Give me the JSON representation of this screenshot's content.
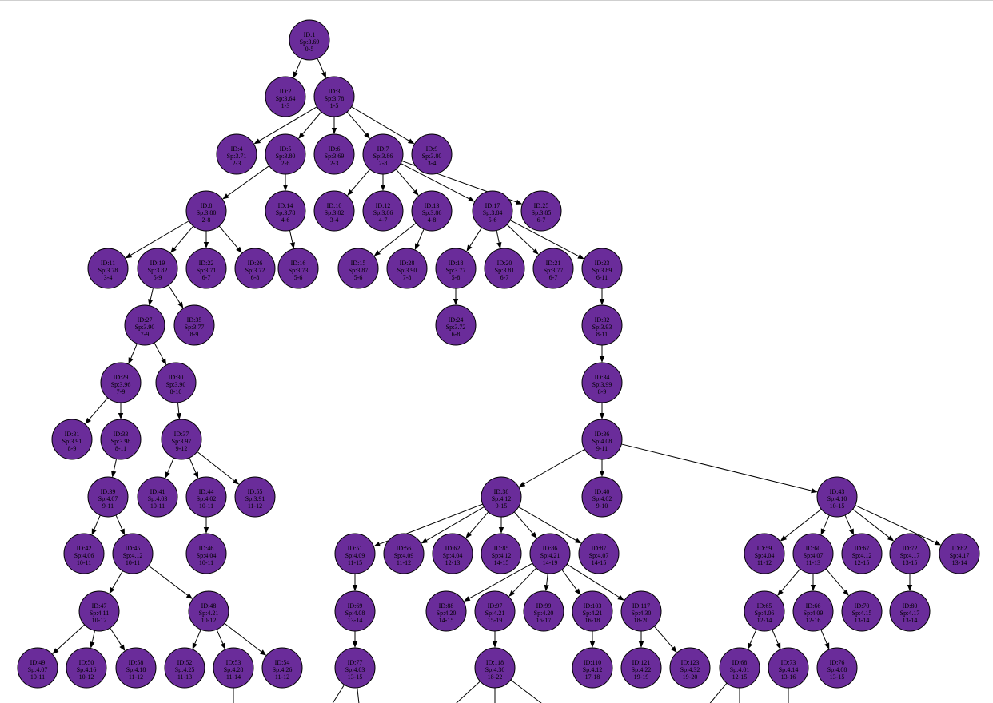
{
  "diagram": {
    "type": "tree",
    "fill_color": "#6a2c9a",
    "edge_color": "#000000",
    "nodes": [
      {
        "id": "1",
        "label": "ID:1",
        "sp": "Sp:3.69",
        "range": "0-5"
      },
      {
        "id": "2",
        "label": "ID:2",
        "sp": "Sp:3.64",
        "range": "1-3"
      },
      {
        "id": "3",
        "label": "ID:3",
        "sp": "Sp:3.78",
        "range": "1-5"
      },
      {
        "id": "4",
        "label": "ID:4",
        "sp": "Sp:3.71",
        "range": "2-3"
      },
      {
        "id": "5",
        "label": "ID:5",
        "sp": "Sp:3.80",
        "range": "2-6"
      },
      {
        "id": "6",
        "label": "ID:6",
        "sp": "Sp:3.69",
        "range": "2-3"
      },
      {
        "id": "7",
        "label": "ID:7",
        "sp": "Sp:3.86",
        "range": "2-8"
      },
      {
        "id": "9",
        "label": "ID:9",
        "sp": "Sp:3.80",
        "range": "3-4"
      },
      {
        "id": "8",
        "label": "ID:8",
        "sp": "Sp:3.80",
        "range": "2-8"
      },
      {
        "id": "14",
        "label": "ID:14",
        "sp": "Sp:3.78",
        "range": "4-6"
      },
      {
        "id": "10",
        "label": "ID:10",
        "sp": "Sp:3.82",
        "range": "3-4"
      },
      {
        "id": "12",
        "label": "ID:12",
        "sp": "Sp:3.86",
        "range": "4-7"
      },
      {
        "id": "13",
        "label": "ID:13",
        "sp": "Sp:3.86",
        "range": "4-8"
      },
      {
        "id": "17",
        "label": "ID:17",
        "sp": "Sp:3.84",
        "range": "5-6"
      },
      {
        "id": "25",
        "label": "ID:25",
        "sp": "Sp:3.85",
        "range": "6-7"
      },
      {
        "id": "11",
        "label": "ID:11",
        "sp": "Sp:3.78",
        "range": "3-4"
      },
      {
        "id": "19",
        "label": "ID:19",
        "sp": "Sp:3.82",
        "range": "5-9"
      },
      {
        "id": "22",
        "label": "ID:22",
        "sp": "Sp:3.71",
        "range": "6-7"
      },
      {
        "id": "26",
        "label": "ID:26",
        "sp": "Sp:3.72",
        "range": "6-8"
      },
      {
        "id": "16",
        "label": "ID:16",
        "sp": "Sp:3.73",
        "range": "5-6"
      },
      {
        "id": "15",
        "label": "ID:15",
        "sp": "Sp:3.87",
        "range": "5-6"
      },
      {
        "id": "28",
        "label": "ID:28",
        "sp": "Sp:3.90",
        "range": "7-8"
      },
      {
        "id": "18",
        "label": "ID:18",
        "sp": "Sp:3.77",
        "range": "5-8"
      },
      {
        "id": "20",
        "label": "ID:20",
        "sp": "Sp:3.81",
        "range": "6-7"
      },
      {
        "id": "21",
        "label": "ID:21",
        "sp": "Sp:3.77",
        "range": "6-7"
      },
      {
        "id": "23",
        "label": "ID:23",
        "sp": "Sp:3.89",
        "range": "6-11"
      },
      {
        "id": "27",
        "label": "ID:27",
        "sp": "Sp:3.90",
        "range": "7-9"
      },
      {
        "id": "35",
        "label": "ID:35",
        "sp": "Sp:3.77",
        "range": "8-9"
      },
      {
        "id": "24",
        "label": "ID:24",
        "sp": "Sp:3.72",
        "range": "6-8"
      },
      {
        "id": "32",
        "label": "ID:32",
        "sp": "Sp:3.93",
        "range": "8-11"
      },
      {
        "id": "29",
        "label": "ID:29",
        "sp": "Sp:3.96",
        "range": "7-9"
      },
      {
        "id": "30",
        "label": "ID:30",
        "sp": "Sp:3.90",
        "range": "8-10"
      },
      {
        "id": "34",
        "label": "ID:34",
        "sp": "Sp:3.99",
        "range": "8-9"
      },
      {
        "id": "31",
        "label": "ID:31",
        "sp": "Sp:3.91",
        "range": "8-9"
      },
      {
        "id": "33",
        "label": "ID:33",
        "sp": "Sp:3.98",
        "range": "8-11"
      },
      {
        "id": "37",
        "label": "ID:37",
        "sp": "Sp:3.97",
        "range": "9-12"
      },
      {
        "id": "36",
        "label": "ID:36",
        "sp": "Sp:4.08",
        "range": "9-11"
      },
      {
        "id": "39",
        "label": "ID:39",
        "sp": "Sp:4.07",
        "range": "9-11"
      },
      {
        "id": "41",
        "label": "ID:41",
        "sp": "Sp:4.03",
        "range": "10-11"
      },
      {
        "id": "44",
        "label": "ID:44",
        "sp": "Sp:4.02",
        "range": "10-11"
      },
      {
        "id": "55",
        "label": "ID:55",
        "sp": "Sp:3.91",
        "range": "11-12"
      },
      {
        "id": "38",
        "label": "ID:38",
        "sp": "Sp:4.12",
        "range": "9-15"
      },
      {
        "id": "40",
        "label": "ID:40",
        "sp": "Sp:4.02",
        "range": "9-10"
      },
      {
        "id": "43",
        "label": "ID:43",
        "sp": "Sp:4.10",
        "range": "10-15"
      },
      {
        "id": "42",
        "label": "ID:42",
        "sp": "Sp:4.06",
        "range": "10-11"
      },
      {
        "id": "45",
        "label": "ID:45",
        "sp": "Sp:4.12",
        "range": "10-11"
      },
      {
        "id": "46",
        "label": "ID:46",
        "sp": "Sp:4.04",
        "range": "10-11"
      },
      {
        "id": "51",
        "label": "ID:51",
        "sp": "Sp:4.09",
        "range": "11-15"
      },
      {
        "id": "56",
        "label": "ID:56",
        "sp": "Sp:4.09",
        "range": "11-12"
      },
      {
        "id": "62",
        "label": "ID:62",
        "sp": "Sp:4.04",
        "range": "12-13"
      },
      {
        "id": "85",
        "label": "ID:85",
        "sp": "Sp:4.12",
        "range": "14-15"
      },
      {
        "id": "86",
        "label": "ID:86",
        "sp": "Sp:4.21",
        "range": "14-19"
      },
      {
        "id": "87",
        "label": "ID:87",
        "sp": "Sp:4.07",
        "range": "14-15"
      },
      {
        "id": "59",
        "label": "ID:59",
        "sp": "Sp:4.04",
        "range": "11-12"
      },
      {
        "id": "60",
        "label": "ID:60",
        "sp": "Sp:4.07",
        "range": "11-13"
      },
      {
        "id": "67",
        "label": "ID:67",
        "sp": "Sp:4.12",
        "range": "12-15"
      },
      {
        "id": "72",
        "label": "ID:72",
        "sp": "Sp:4.17",
        "range": "13-15"
      },
      {
        "id": "82",
        "label": "ID:82",
        "sp": "Sp:4.17",
        "range": "13-14"
      },
      {
        "id": "47",
        "label": "ID:47",
        "sp": "Sp:4.11",
        "range": "10-12"
      },
      {
        "id": "48",
        "label": "ID:48",
        "sp": "Sp:4.21",
        "range": "10-12"
      },
      {
        "id": "69",
        "label": "ID:69",
        "sp": "Sp:4.08",
        "range": "13-14"
      },
      {
        "id": "88",
        "label": "ID:88",
        "sp": "Sp:4.20",
        "range": "14-15"
      },
      {
        "id": "97",
        "label": "ID:97",
        "sp": "Sp:4.21",
        "range": "15-19"
      },
      {
        "id": "99",
        "label": "ID:99",
        "sp": "Sp:4.20",
        "range": "16-17"
      },
      {
        "id": "103",
        "label": "ID:103",
        "sp": "Sp:4.21",
        "range": "16-18"
      },
      {
        "id": "117",
        "label": "ID:117",
        "sp": "Sp:4.30",
        "range": "18-20"
      },
      {
        "id": "65",
        "label": "ID:65",
        "sp": "Sp:4.06",
        "range": "12-14"
      },
      {
        "id": "66",
        "label": "ID:66",
        "sp": "Sp:4.09",
        "range": "12-16"
      },
      {
        "id": "70",
        "label": "ID:70",
        "sp": "Sp:4.15",
        "range": "13-14"
      },
      {
        "id": "80",
        "label": "ID:80",
        "sp": "Sp:4.17",
        "range": "13-14"
      },
      {
        "id": "49",
        "label": "ID:49",
        "sp": "Sp:4.07",
        "range": "10-11"
      },
      {
        "id": "50",
        "label": "ID:50",
        "sp": "Sp:4.16",
        "range": "10-12"
      },
      {
        "id": "58",
        "label": "ID:58",
        "sp": "Sp:4.18",
        "range": "11-12"
      },
      {
        "id": "52",
        "label": "ID:52",
        "sp": "Sp:4.25",
        "range": "11-13"
      },
      {
        "id": "53",
        "label": "ID:53",
        "sp": "Sp:4.28",
        "range": "11-14"
      },
      {
        "id": "54",
        "label": "ID:54",
        "sp": "Sp:4.26",
        "range": "11-12"
      },
      {
        "id": "77",
        "label": "ID:77",
        "sp": "Sp:4.03",
        "range": "13-15"
      },
      {
        "id": "118",
        "label": "ID:118",
        "sp": "Sp:4.30",
        "range": "18-22"
      },
      {
        "id": "110",
        "label": "ID:110",
        "sp": "Sp:4.12",
        "range": "17-18"
      },
      {
        "id": "121",
        "label": "ID:121",
        "sp": "Sp:4.22",
        "range": "19-19"
      },
      {
        "id": "123",
        "label": "ID:123",
        "sp": "Sp:4.32",
        "range": "19-20"
      },
      {
        "id": "68",
        "label": "ID:68",
        "sp": "Sp:4.01",
        "range": "12-15"
      },
      {
        "id": "73",
        "label": "ID:73",
        "sp": "Sp:4.14",
        "range": "13-16"
      },
      {
        "id": "76",
        "label": "ID:76",
        "sp": "Sp:4.08",
        "range": "13-15"
      }
    ],
    "edges": [
      [
        "1",
        "2"
      ],
      [
        "1",
        "3"
      ],
      [
        "3",
        "4"
      ],
      [
        "3",
        "5"
      ],
      [
        "3",
        "6"
      ],
      [
        "3",
        "7"
      ],
      [
        "3",
        "9"
      ],
      [
        "5",
        "8"
      ],
      [
        "5",
        "14"
      ],
      [
        "7",
        "10"
      ],
      [
        "7",
        "12"
      ],
      [
        "7",
        "13"
      ],
      [
        "7",
        "17"
      ],
      [
        "7",
        "25"
      ],
      [
        "8",
        "11"
      ],
      [
        "8",
        "19"
      ],
      [
        "8",
        "22"
      ],
      [
        "8",
        "26"
      ],
      [
        "14",
        "16"
      ],
      [
        "13",
        "15"
      ],
      [
        "13",
        "28"
      ],
      [
        "17",
        "18"
      ],
      [
        "17",
        "20"
      ],
      [
        "17",
        "21"
      ],
      [
        "17",
        "23"
      ],
      [
        "19",
        "27"
      ],
      [
        "19",
        "35"
      ],
      [
        "18",
        "24"
      ],
      [
        "23",
        "32"
      ],
      [
        "27",
        "29"
      ],
      [
        "27",
        "30"
      ],
      [
        "32",
        "34"
      ],
      [
        "29",
        "31"
      ],
      [
        "29",
        "33"
      ],
      [
        "30",
        "37"
      ],
      [
        "34",
        "36"
      ],
      [
        "33",
        "39"
      ],
      [
        "37",
        "41"
      ],
      [
        "37",
        "44"
      ],
      [
        "37",
        "55"
      ],
      [
        "36",
        "38"
      ],
      [
        "36",
        "40"
      ],
      [
        "36",
        "43"
      ],
      [
        "39",
        "42"
      ],
      [
        "39",
        "45"
      ],
      [
        "44",
        "46"
      ],
      [
        "38",
        "51"
      ],
      [
        "38",
        "56"
      ],
      [
        "38",
        "62"
      ],
      [
        "38",
        "85"
      ],
      [
        "38",
        "86"
      ],
      [
        "38",
        "87"
      ],
      [
        "43",
        "59"
      ],
      [
        "43",
        "60"
      ],
      [
        "43",
        "67"
      ],
      [
        "43",
        "72"
      ],
      [
        "43",
        "82"
      ],
      [
        "45",
        "47"
      ],
      [
        "45",
        "48"
      ],
      [
        "51",
        "69"
      ],
      [
        "86",
        "88"
      ],
      [
        "86",
        "97"
      ],
      [
        "86",
        "99"
      ],
      [
        "86",
        "103"
      ],
      [
        "86",
        "117"
      ],
      [
        "60",
        "65"
      ],
      [
        "60",
        "66"
      ],
      [
        "60",
        "70"
      ],
      [
        "72",
        "80"
      ],
      [
        "47",
        "49"
      ],
      [
        "47",
        "50"
      ],
      [
        "47",
        "58"
      ],
      [
        "48",
        "52"
      ],
      [
        "48",
        "53"
      ],
      [
        "48",
        "54"
      ],
      [
        "69",
        "77"
      ],
      [
        "97",
        "118"
      ],
      [
        "103",
        "110"
      ],
      [
        "117",
        "121"
      ],
      [
        "117",
        "123"
      ],
      [
        "65",
        "68"
      ],
      [
        "65",
        "73"
      ],
      [
        "66",
        "76"
      ]
    ],
    "offscreen_edges": [
      {
        "from": "53",
        "count": 1
      },
      {
        "from": "77",
        "count": 2
      },
      {
        "from": "118",
        "count": 3
      },
      {
        "from": "68",
        "count": 2
      },
      {
        "from": "73",
        "count": 1
      }
    ]
  }
}
